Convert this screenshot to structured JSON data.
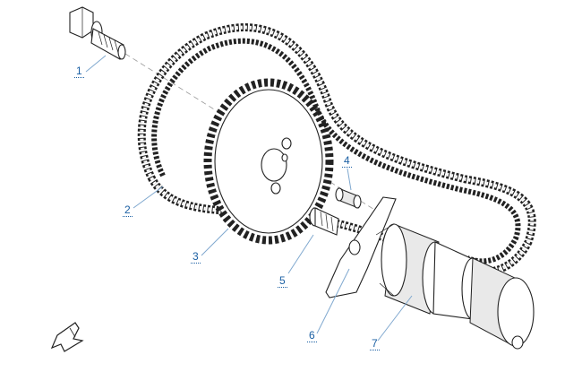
{
  "callouts": [
    {
      "id": "1",
      "label": "1"
    },
    {
      "id": "2",
      "label": "2"
    },
    {
      "id": "3",
      "label": "3"
    },
    {
      "id": "4",
      "label": "4"
    },
    {
      "id": "5",
      "label": "5"
    },
    {
      "id": "6",
      "label": "6"
    },
    {
      "id": "7",
      "label": "7"
    }
  ],
  "colors": {
    "callout": "#1a5fa3",
    "leader": "#7fa8cf",
    "line": "#222222"
  },
  "icons": {
    "orientation": "direction-arrow-icon"
  }
}
